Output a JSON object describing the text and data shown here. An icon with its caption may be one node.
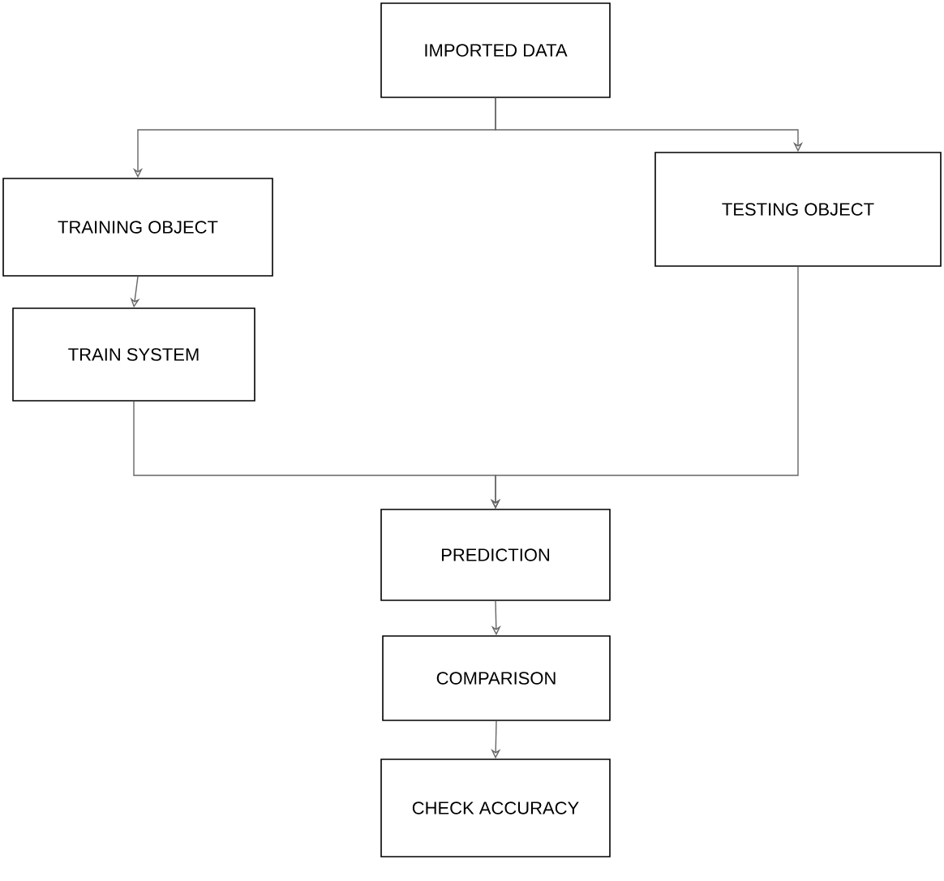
{
  "diagram": {
    "nodes": [
      {
        "text": [
          "IMPORTED DATA"
        ]
      },
      {
        "text": [
          "TRAINING OBJECT"
        ]
      },
      {
        "text": [
          "TESTING OBJECT"
        ]
      },
      {
        "text": [
          "TRAIN SYSTEM"
        ]
      },
      {
        "text": [
          "PREDICTION"
        ]
      },
      {
        "text": [
          "COMPARISON"
        ]
      },
      {
        "text": [
          "CHECK ACCURACY"
        ]
      }
    ],
    "edges": [
      {
        "from": 0,
        "to": 1,
        "arrow": "to"
      },
      {
        "from": 0,
        "to": 2,
        "arrow": "to"
      },
      {
        "from": 1,
        "to": 3,
        "arrow": "to"
      },
      {
        "from": 3,
        "to": 4,
        "arrow": "to"
      },
      {
        "from": 2,
        "to": 4,
        "arrow": "to"
      },
      {
        "from": 4,
        "to": 5,
        "arrow": "to"
      },
      {
        "from": 5,
        "to": 6,
        "arrow": "to"
      }
    ]
  }
}
